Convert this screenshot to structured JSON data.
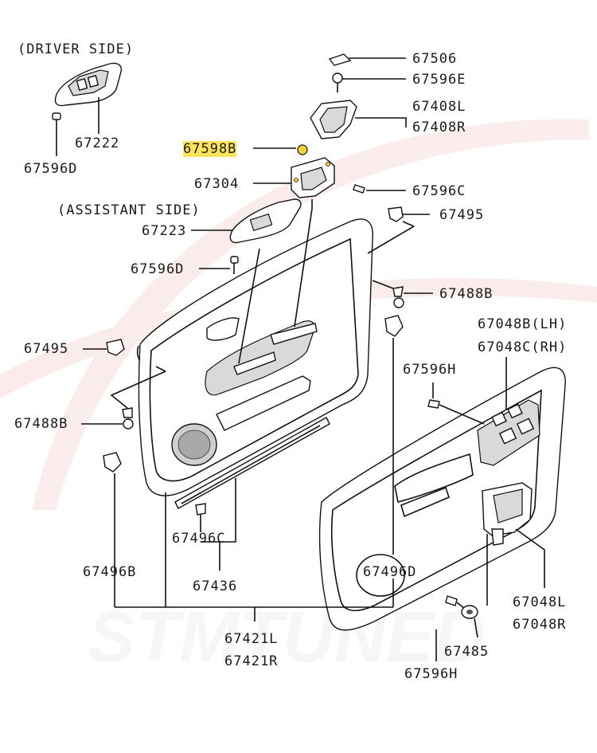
{
  "headings": {
    "driver_side": "(DRIVER SIDE)",
    "assistant_side": "(ASSISTANT SIDE)"
  },
  "parts": {
    "p67506": "67506",
    "p67596E": "67596E",
    "p67408L": "67408L",
    "p67408R": "67408R",
    "p67598B": "67598B",
    "p67304": "67304",
    "p67596C": "67596C",
    "p67495_right": "67495",
    "p67488B_right": "67488B",
    "p67048B": "67048B(LH)",
    "p67048C": "67048C(RH)",
    "p67596H_upper": "67596H",
    "p67222": "67222",
    "p67596D_upper": "67596D",
    "p67223": "67223",
    "p67596D_lower": "67596D",
    "p67495_left": "67495",
    "p67488B_left": "67488B",
    "p67496C": "67496C",
    "p67496B": "67496B",
    "p67436": "67436",
    "p67496D": "67496D",
    "p67421L": "67421L",
    "p67421R": "67421R",
    "p67048L": "67048L",
    "p67048R": "67048R",
    "p67485": "67485",
    "p67596H_lower": "67596H"
  },
  "highlight": {
    "part": "67598B",
    "color": "#ffe35a"
  },
  "watermark": "STMTUNED"
}
